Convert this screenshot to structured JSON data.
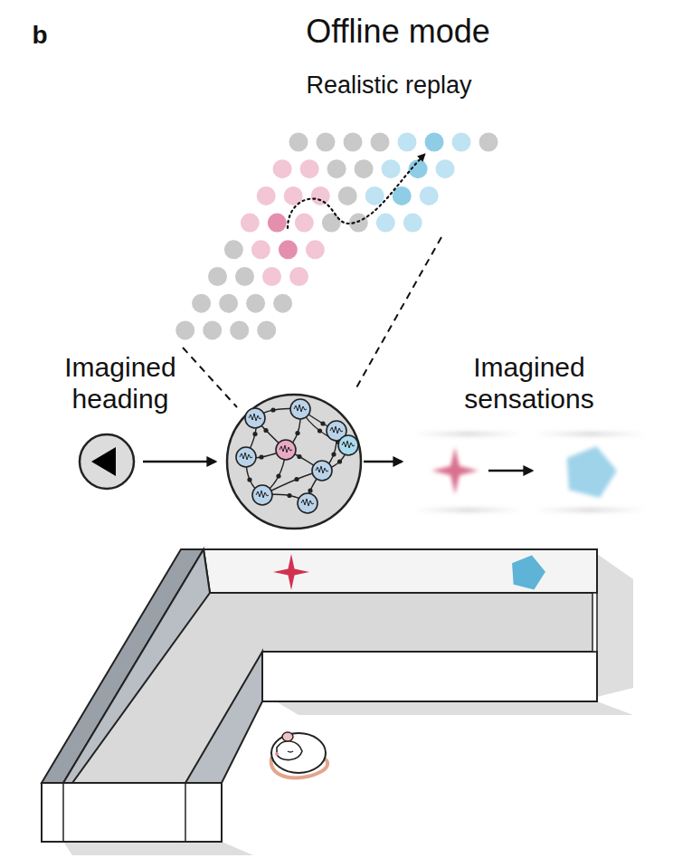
{
  "diagram": {
    "title": "Offline mode",
    "labels": [
      "b",
      "Realistic replay",
      "Imagined heading",
      "Imagined sensations"
    ]
  }
}
